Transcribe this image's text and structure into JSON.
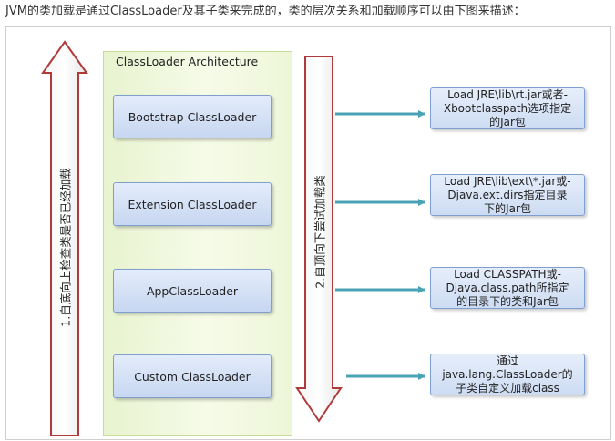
{
  "intro_text": "JVM的类加载是通过ClassLoader及其子类来完成的，类的层次关系和加载顺序可以由下图来描述：",
  "diagram": {
    "panel_title": "ClassLoader Architecture",
    "loaders": [
      {
        "label": "Bootstrap ClassLoader"
      },
      {
        "label": "Extension ClassLoader"
      },
      {
        "label": "AppClassLoader"
      },
      {
        "label": "Custom ClassLoader"
      }
    ],
    "notes": [
      {
        "lines": [
          "Load JRE\\lib\\rt.jar或者-",
          "Xbootclasspath选项指定",
          "的Jar包"
        ]
      },
      {
        "lines": [
          "Load JRE\\lib\\ext\\*.jar或-",
          "Djava.ext.dirs指定目录",
          "下的Jar包"
        ]
      },
      {
        "lines": [
          "Load CLASSPATH或-",
          "Djava.class.path所指定",
          "的目录下的类和Jar包"
        ]
      },
      {
        "lines": [
          "通过",
          "java.lang.ClassLoader的",
          "子类自定义加载class"
        ]
      }
    ],
    "up_arrow_label": "1.自底向上检查类是否已经加载",
    "down_arrow_label": "2.自顶向下尝试加载类",
    "colors": {
      "arrow_outline": "#b03a3a",
      "connector": "#4aa3b5",
      "panel_fill": "#eef6d8",
      "box_fill": "#cddcf3",
      "box_border": "#7f9fcf"
    }
  }
}
